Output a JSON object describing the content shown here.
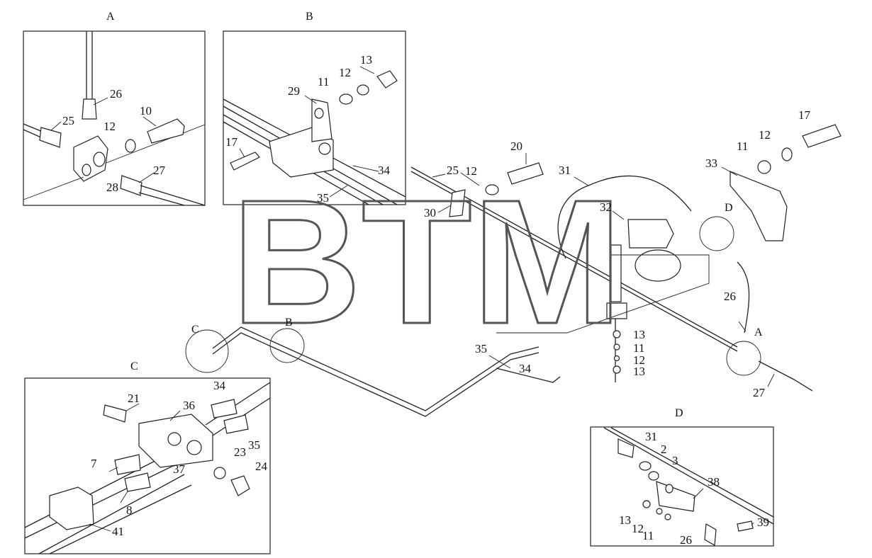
{
  "watermark": "BTM",
  "inset_titles": {
    "a": "A",
    "b": "B",
    "c": "C",
    "d": "D"
  },
  "main_refs": {
    "a": "A",
    "b": "B",
    "c": "C",
    "d": "D"
  },
  "parts": {
    "p2": "2",
    "p3": "3",
    "p7": "7",
    "p8": "8",
    "p10": "10",
    "p11": "11",
    "p12": "12",
    "p13": "13",
    "p17": "17",
    "p20": "20",
    "p21": "21",
    "p23": "23",
    "p24": "24",
    "p25": "25",
    "p26": "26",
    "p27": "27",
    "p28": "28",
    "p29": "29",
    "p30": "30",
    "p31": "31",
    "p32": "32",
    "p33": "33",
    "p34": "34",
    "p35": "35",
    "p36": "36",
    "p37": "37",
    "p38": "38",
    "p39": "39",
    "p41": "41"
  }
}
